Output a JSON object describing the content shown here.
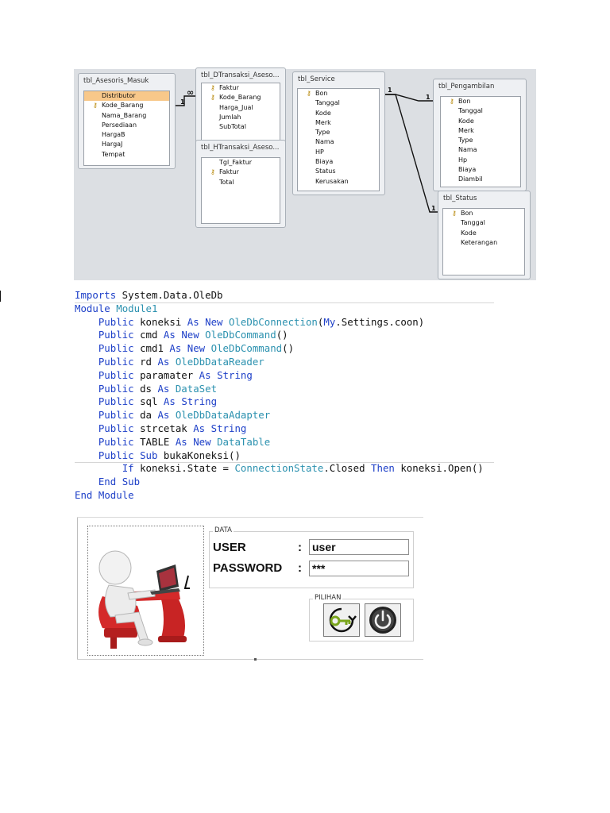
{
  "diagram": {
    "tables": [
      {
        "title": "tbl_Asesoris_Masuk",
        "fields": [
          {
            "name": "Distributor",
            "key": false,
            "highlight": true
          },
          {
            "name": "Kode_Barang",
            "key": true
          },
          {
            "name": "Nama_Barang",
            "key": false
          },
          {
            "name": "Persediaan",
            "key": false
          },
          {
            "name": "HargaB",
            "key": false
          },
          {
            "name": "HargaJ",
            "key": false
          },
          {
            "name": "Tempat",
            "key": false
          }
        ]
      },
      {
        "title": "tbl_DTransaksi_Aseso...",
        "fields": [
          {
            "name": "Faktur",
            "key": true
          },
          {
            "name": "Kode_Barang",
            "key": true
          },
          {
            "name": "Harga_Jual",
            "key": false
          },
          {
            "name": "Jumlah",
            "key": false
          },
          {
            "name": "SubTotal",
            "key": false
          }
        ]
      },
      {
        "title": "tbl_HTransaksi_Aseso...",
        "fields": [
          {
            "name": "Tgl_Faktur",
            "key": false
          },
          {
            "name": "Faktur",
            "key": true
          },
          {
            "name": "Total",
            "key": false
          }
        ]
      },
      {
        "title": "tbl_Service",
        "fields": [
          {
            "name": "Bon",
            "key": true
          },
          {
            "name": "Tanggal",
            "key": false
          },
          {
            "name": "Kode",
            "key": false
          },
          {
            "name": "Merk",
            "key": false
          },
          {
            "name": "Type",
            "key": false
          },
          {
            "name": "Nama",
            "key": false
          },
          {
            "name": "HP",
            "key": false
          },
          {
            "name": "Biaya",
            "key": false
          },
          {
            "name": "Status",
            "key": false
          },
          {
            "name": "Kerusakan",
            "key": false
          }
        ]
      },
      {
        "title": "tbl_Pengambilan",
        "fields": [
          {
            "name": "Bon",
            "key": true
          },
          {
            "name": "Tanggal",
            "key": false
          },
          {
            "name": "Kode",
            "key": false
          },
          {
            "name": "Merk",
            "key": false
          },
          {
            "name": "Type",
            "key": false
          },
          {
            "name": "Nama",
            "key": false
          },
          {
            "name": "Hp",
            "key": false
          },
          {
            "name": "Biaya",
            "key": false
          },
          {
            "name": "Diambil",
            "key": false
          }
        ]
      },
      {
        "title": "tbl_Status",
        "fields": [
          {
            "name": "Bon",
            "key": true
          },
          {
            "name": "Tanggal",
            "key": false
          },
          {
            "name": "Kode",
            "key": false
          },
          {
            "name": "Keterangan",
            "key": false
          }
        ]
      }
    ],
    "cardinalities": [
      "1",
      "∞",
      "1",
      "1",
      "1"
    ]
  },
  "code": {
    "lines": [
      [
        {
          "t": "Imports",
          "c": "kw"
        },
        {
          "t": " System.Data.OleDb"
        }
      ],
      [
        {
          "t": "Module",
          "c": "kw"
        },
        {
          "t": " "
        },
        {
          "t": "Module1",
          "c": "ty"
        }
      ],
      [
        {
          "t": "    "
        },
        {
          "t": "Public",
          "c": "kw"
        },
        {
          "t": " koneksi "
        },
        {
          "t": "As",
          "c": "kw"
        },
        {
          "t": " "
        },
        {
          "t": "New",
          "c": "kw"
        },
        {
          "t": " "
        },
        {
          "t": "OleDbConnection",
          "c": "ty"
        },
        {
          "t": "("
        },
        {
          "t": "My",
          "c": "kw"
        },
        {
          "t": ".Settings.coon)"
        }
      ],
      [
        {
          "t": "    "
        },
        {
          "t": "Public",
          "c": "kw"
        },
        {
          "t": " cmd "
        },
        {
          "t": "As",
          "c": "kw"
        },
        {
          "t": " "
        },
        {
          "t": "New",
          "c": "kw"
        },
        {
          "t": " "
        },
        {
          "t": "OleDbCommand",
          "c": "ty"
        },
        {
          "t": "()"
        }
      ],
      [
        {
          "t": "    "
        },
        {
          "t": "Public",
          "c": "kw"
        },
        {
          "t": " cmd1 "
        },
        {
          "t": "As",
          "c": "kw"
        },
        {
          "t": " "
        },
        {
          "t": "New",
          "c": "kw"
        },
        {
          "t": " "
        },
        {
          "t": "OleDbCommand",
          "c": "ty"
        },
        {
          "t": "()"
        }
      ],
      [
        {
          "t": "    "
        },
        {
          "t": "Public",
          "c": "kw"
        },
        {
          "t": " rd "
        },
        {
          "t": "As",
          "c": "kw"
        },
        {
          "t": " "
        },
        {
          "t": "OleDbDataReader",
          "c": "ty"
        }
      ],
      [
        {
          "t": "    "
        },
        {
          "t": "Public",
          "c": "kw"
        },
        {
          "t": " paramater "
        },
        {
          "t": "As",
          "c": "kw"
        },
        {
          "t": " "
        },
        {
          "t": "String",
          "c": "kw"
        }
      ],
      [
        {
          "t": "    "
        },
        {
          "t": "Public",
          "c": "kw"
        },
        {
          "t": " ds "
        },
        {
          "t": "As",
          "c": "kw"
        },
        {
          "t": " "
        },
        {
          "t": "DataSet",
          "c": "ty"
        }
      ],
      [
        {
          "t": "    "
        },
        {
          "t": "Public",
          "c": "kw"
        },
        {
          "t": " sql "
        },
        {
          "t": "As",
          "c": "kw"
        },
        {
          "t": " "
        },
        {
          "t": "String",
          "c": "kw"
        }
      ],
      [
        {
          "t": "    "
        },
        {
          "t": "Public",
          "c": "kw"
        },
        {
          "t": " da "
        },
        {
          "t": "As",
          "c": "kw"
        },
        {
          "t": " "
        },
        {
          "t": "OleDbDataAdapter",
          "c": "ty"
        }
      ],
      [
        {
          "t": "    "
        },
        {
          "t": "Public",
          "c": "kw"
        },
        {
          "t": " strcetak "
        },
        {
          "t": "As",
          "c": "kw"
        },
        {
          "t": " "
        },
        {
          "t": "String",
          "c": "kw"
        }
      ],
      [
        {
          "t": "    "
        },
        {
          "t": "Public",
          "c": "kw"
        },
        {
          "t": " TABLE "
        },
        {
          "t": "As",
          "c": "kw"
        },
        {
          "t": " "
        },
        {
          "t": "New",
          "c": "kw"
        },
        {
          "t": " "
        },
        {
          "t": "DataTable",
          "c": "ty"
        }
      ],
      [
        {
          "t": "    "
        },
        {
          "t": "Public",
          "c": "kw"
        },
        {
          "t": " "
        },
        {
          "t": "Sub",
          "c": "kw"
        },
        {
          "t": " bukaKoneksi()"
        }
      ],
      [
        {
          "t": "        "
        },
        {
          "t": "If",
          "c": "kw"
        },
        {
          "t": " koneksi.State = "
        },
        {
          "t": "ConnectionState",
          "c": "ty"
        },
        {
          "t": ".Closed "
        },
        {
          "t": "Then",
          "c": "kw"
        },
        {
          "t": " koneksi.Open()"
        }
      ],
      [
        {
          "t": "    "
        },
        {
          "t": "End",
          "c": "kw"
        },
        {
          "t": " "
        },
        {
          "t": "Sub",
          "c": "kw"
        }
      ],
      [
        {
          "t": "End",
          "c": "kw"
        },
        {
          "t": " "
        },
        {
          "t": "Module",
          "c": "kw"
        }
      ]
    ]
  },
  "login": {
    "data_legend": "DATA",
    "user_label": "USER",
    "password_label": "PASSWORD",
    "colon": ":",
    "user_value": "user",
    "password_value": "***",
    "pilihan_legend": "PILIHAN",
    "login_icon": "key-icon",
    "exit_icon": "power-icon",
    "illustration_icon": "person-laptop-icon",
    "accent_red": "#d42a2a",
    "key_green": "#7aa51c"
  }
}
